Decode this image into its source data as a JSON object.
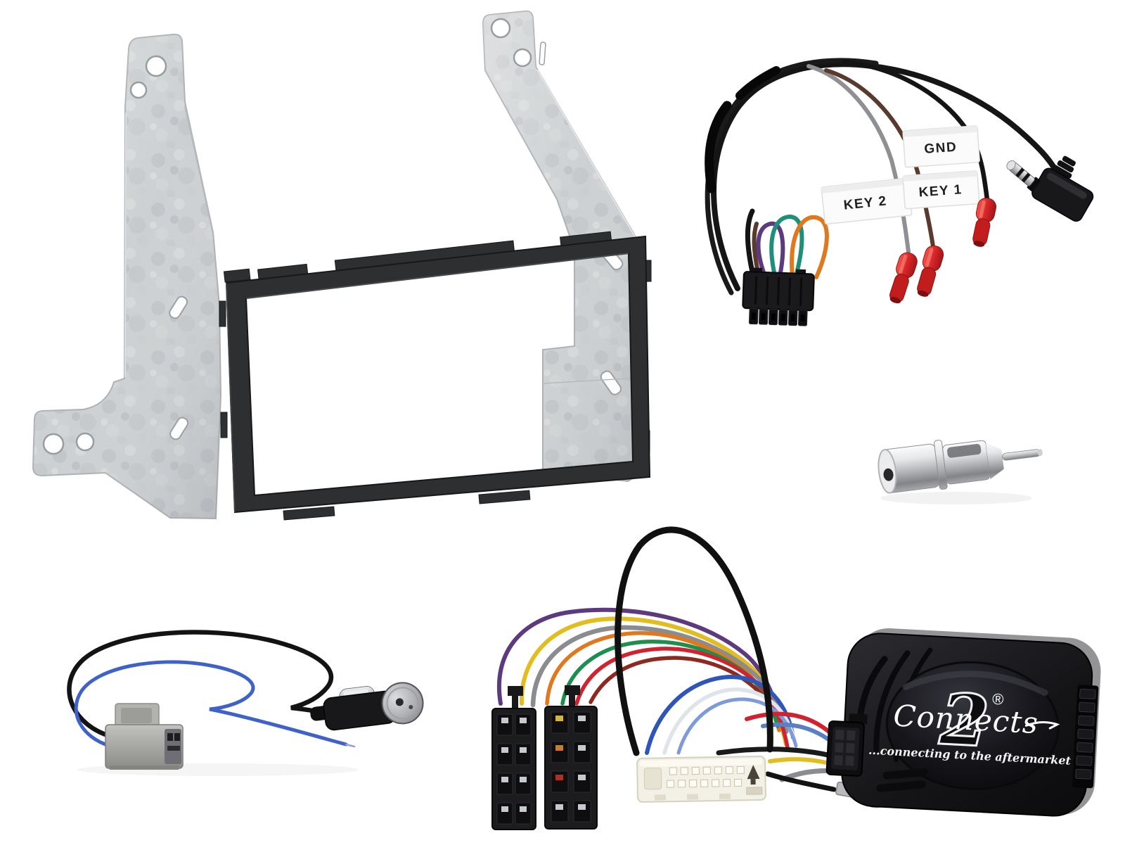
{
  "photo": {
    "background_color": "#ffffff",
    "components": [
      {
        "name": "double-din-mounting-bracket-with-fascia-cage"
      },
      {
        "name": "steering-wheel-control-patch-lead"
      },
      {
        "name": "iso-din-aerial-adapter"
      },
      {
        "name": "aerial-adapter-lead"
      },
      {
        "name": "steering-wheel-control-interface-unit"
      }
    ]
  },
  "patch_lead": {
    "labels": {
      "gnd": "GND",
      "key1": "KEY 1",
      "key2": "KEY 2"
    }
  },
  "interface_box": {
    "brand_script": "Connects",
    "brand_number": "2",
    "registered_mark": "®",
    "tagline": "...connecting to the aftermarket"
  },
  "colors": {
    "background": "#ffffff",
    "galvanized_metal": "#ccced1",
    "fascia_black": "#2d2f31",
    "label_white": "#fbfbfb",
    "label_text": "#1e1e1e",
    "terminal_red": "#d8262b",
    "wire_black": "#141414",
    "wire_gray": "#8f9093",
    "wire_brown": "#5b3a2e",
    "wire_purple": "#5d3a80",
    "wire_teal": "#1f8f7a",
    "wire_orange": "#e07820",
    "wire_yellow": "#e2bd22",
    "wire_green": "#1e8e4e",
    "wire_red": "#cf2330",
    "wire_blue": "#2f55b8",
    "connector_grey": "#a8a8a5",
    "connector_white": "#f3f0e6",
    "box_black": "#1b1b1e",
    "chrome_silver": "#d9d9db",
    "brand_white": "#ffffff"
  }
}
